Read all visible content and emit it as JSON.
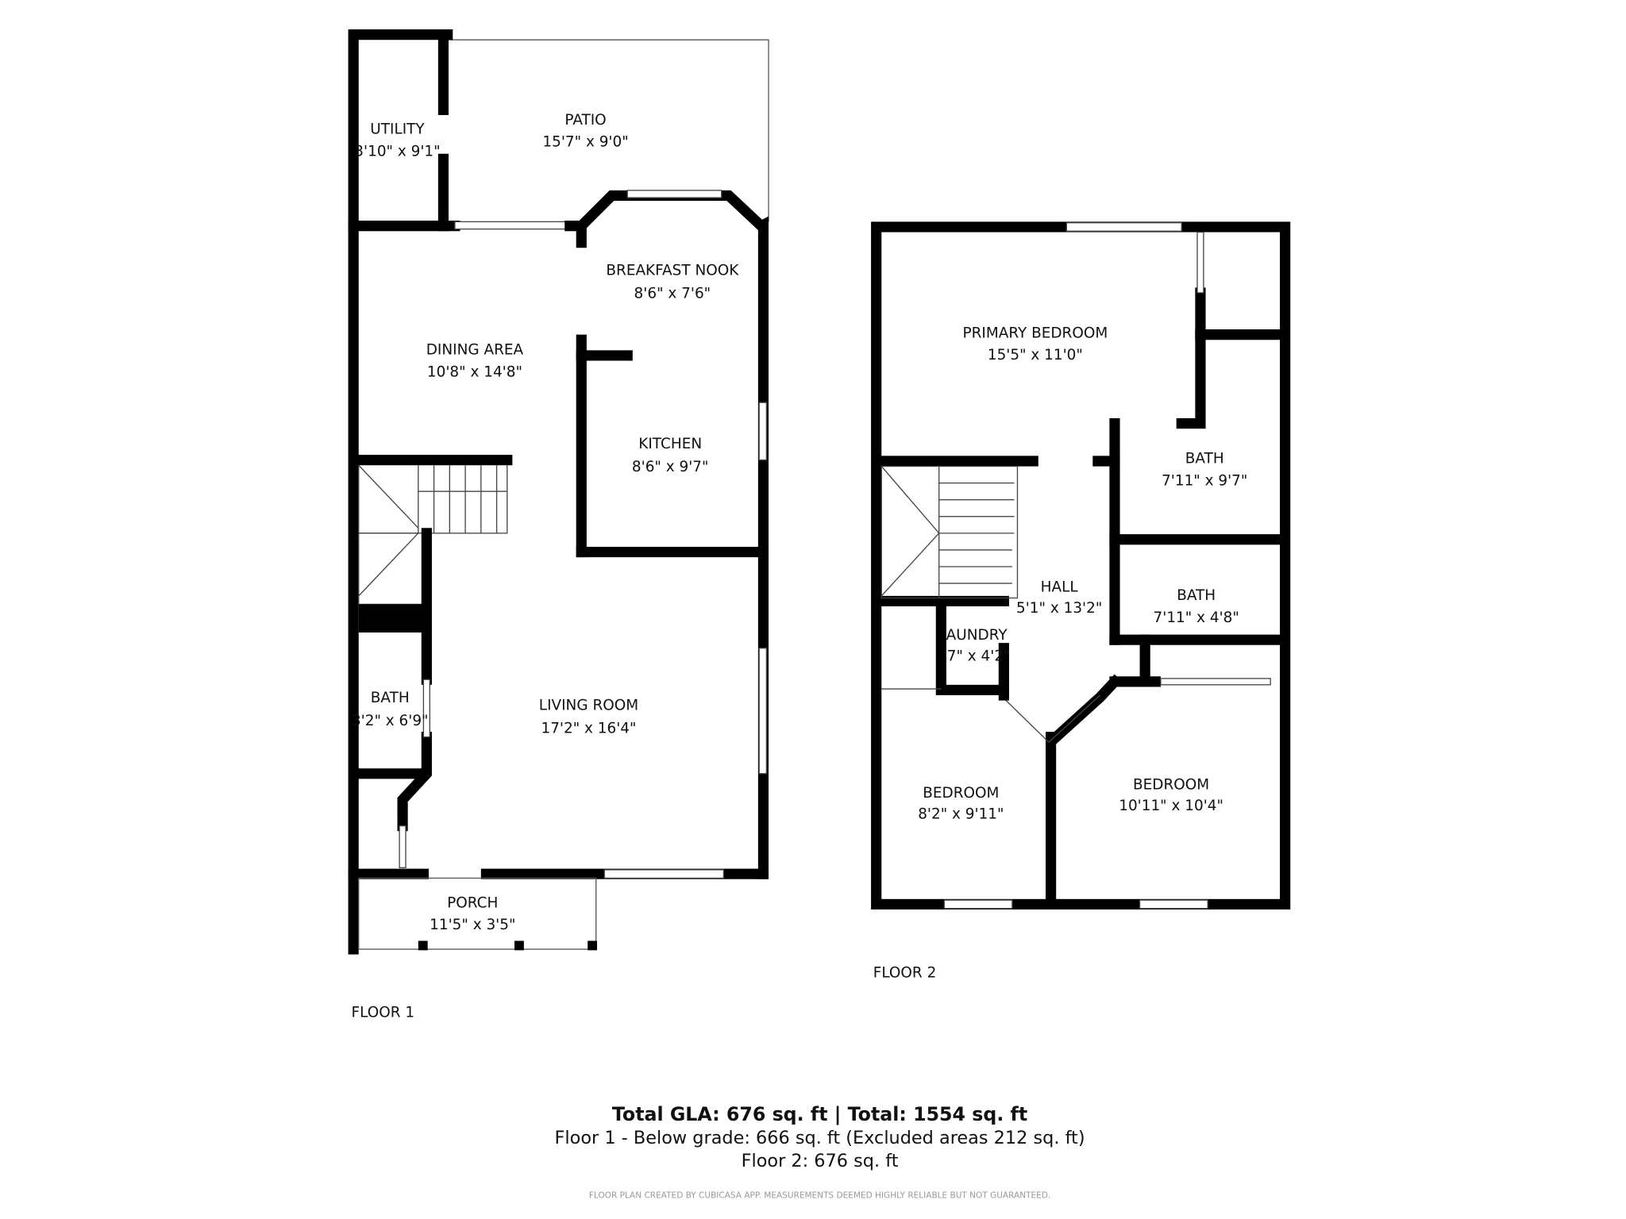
{
  "floor1": {
    "label": "FLOOR 1",
    "rooms": [
      {
        "name": "UTILITY",
        "size": "3'10\" x 9'1\""
      },
      {
        "name": "PATIO",
        "size": "15'7\" x 9'0\""
      },
      {
        "name": "BREAKFAST NOOK",
        "size": "8'6\" x 7'6\""
      },
      {
        "name": "DINING AREA",
        "size": "10'8\" x 14'8\""
      },
      {
        "name": "KITCHEN",
        "size": "8'6\" x 9'7\""
      },
      {
        "name": "BATH",
        "size": "3'2\" x 6'9\""
      },
      {
        "name": "LIVING ROOM",
        "size": "17'2\" x 16'4\""
      },
      {
        "name": "PORCH",
        "size": "11'5\" x 3'5\""
      }
    ]
  },
  "floor2": {
    "label": "FLOOR 2",
    "rooms": [
      {
        "name": "PRIMARY BEDROOM",
        "size": "15'5\" x 11'0\""
      },
      {
        "name": "BATH",
        "size": "7'11\" x 9'7\""
      },
      {
        "name": "HALL",
        "size": "5'1\" x 13'2\""
      },
      {
        "name": "BATH",
        "size": "7'11\" x 4'8\""
      },
      {
        "name": "AUNDRY",
        "size": "'7\" x 4'2\""
      },
      {
        "name": "BEDROOM",
        "size": "8'2\" x 9'11\""
      },
      {
        "name": "BEDROOM",
        "size": "10'11\" x 10'4\""
      }
    ]
  },
  "summary": {
    "total": "Total GLA: 676 sq. ft | Total: 1554 sq. ft",
    "floor1": "Floor 1 - Below grade: 666 sq. ft (Excluded areas 212 sq. ft)",
    "floor2": "Floor 2: 676 sq. ft",
    "disclaimer": "FLOOR PLAN CREATED BY CUBICASA APP. MEASUREMENTS DEEMED HIGHLY RELIABLE BUT NOT GUARANTEED."
  }
}
